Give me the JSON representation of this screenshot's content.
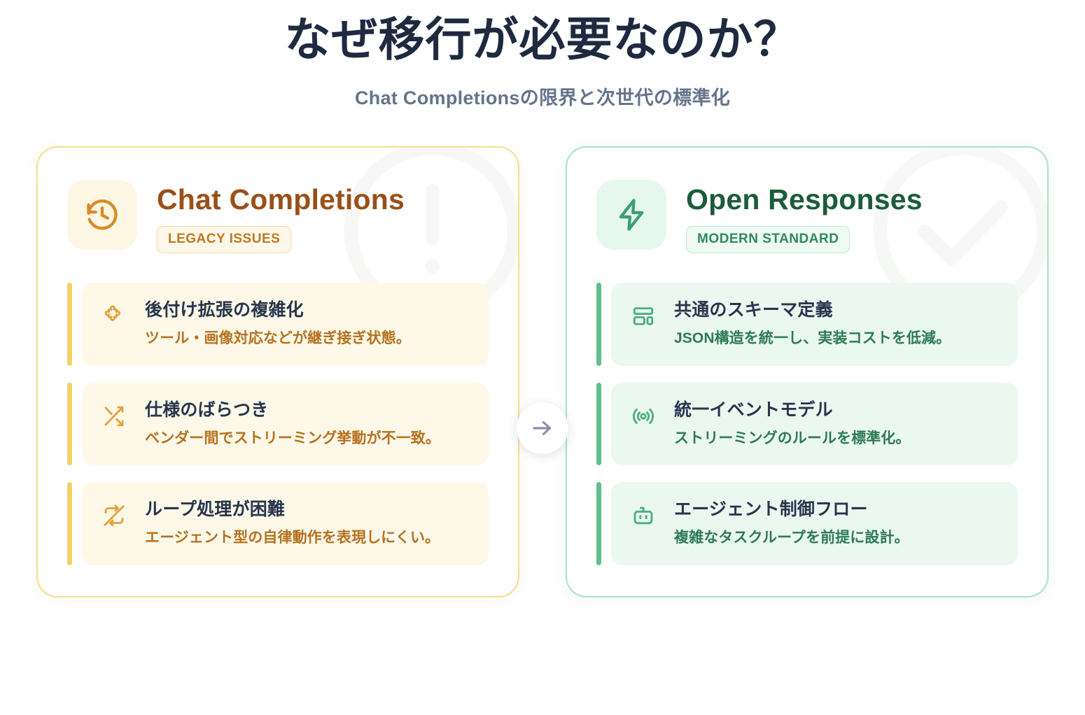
{
  "header": {
    "title": "なぜ移行が必要なのか？",
    "subtitle": "Chat Completionsの限界と次世代の標準化"
  },
  "colors": {
    "title": "#1f2a40",
    "subtitle": "#64748b",
    "legacy_accent": "#f2d265",
    "legacy_title": "#9a4f18",
    "legacy_icon": "#d88a28",
    "legacy_desc": "#b5711f",
    "legacy_card_bg": "#fdf8e8",
    "legacy_border": "#f5df8e",
    "modern_accent": "#5fc08c",
    "modern_title": "#1c5c3a",
    "modern_icon": "#4caf7d",
    "modern_desc": "#2d7a55",
    "modern_card_bg": "#eaf8f0",
    "modern_border": "#a8e5c3",
    "arrow": "#8a90a8"
  },
  "center": {
    "icon": "arrow-right-icon"
  },
  "cards": [
    {
      "id": "legacy",
      "icon": "history-icon",
      "watermark_icon": "alert-circle-icon",
      "title": "Chat Completions",
      "badge": "LEGACY ISSUES",
      "items": [
        {
          "icon": "puzzle-piece-icon",
          "title": "後付け拡張の複雑化",
          "desc": "ツール・画像対応などが継ぎ接ぎ状態。"
        },
        {
          "icon": "shuffle-icon",
          "title": "仕様のばらつき",
          "desc": "ベンダー間でストリーミング挙動が不一致。"
        },
        {
          "icon": "repeat-off-icon",
          "title": "ループ処理が困難",
          "desc": "エージェント型の自律動作を表現しにくい。"
        }
      ]
    },
    {
      "id": "modern",
      "icon": "lightning-bolt-icon",
      "watermark_icon": "check-circle-icon",
      "title": "Open Responses",
      "badge": "MODERN STANDARD",
      "items": [
        {
          "icon": "layout-dashboard-icon",
          "title": "共通のスキーマ定義",
          "desc": "JSON構造を統一し、実装コストを低減。"
        },
        {
          "icon": "broadcast-icon",
          "title": "統一イベントモデル",
          "desc": "ストリーミングのルールを標準化。"
        },
        {
          "icon": "bot-icon",
          "title": "エージェント制御フロー",
          "desc": "複雑なタスクループを前提に設計。"
        }
      ]
    }
  ]
}
